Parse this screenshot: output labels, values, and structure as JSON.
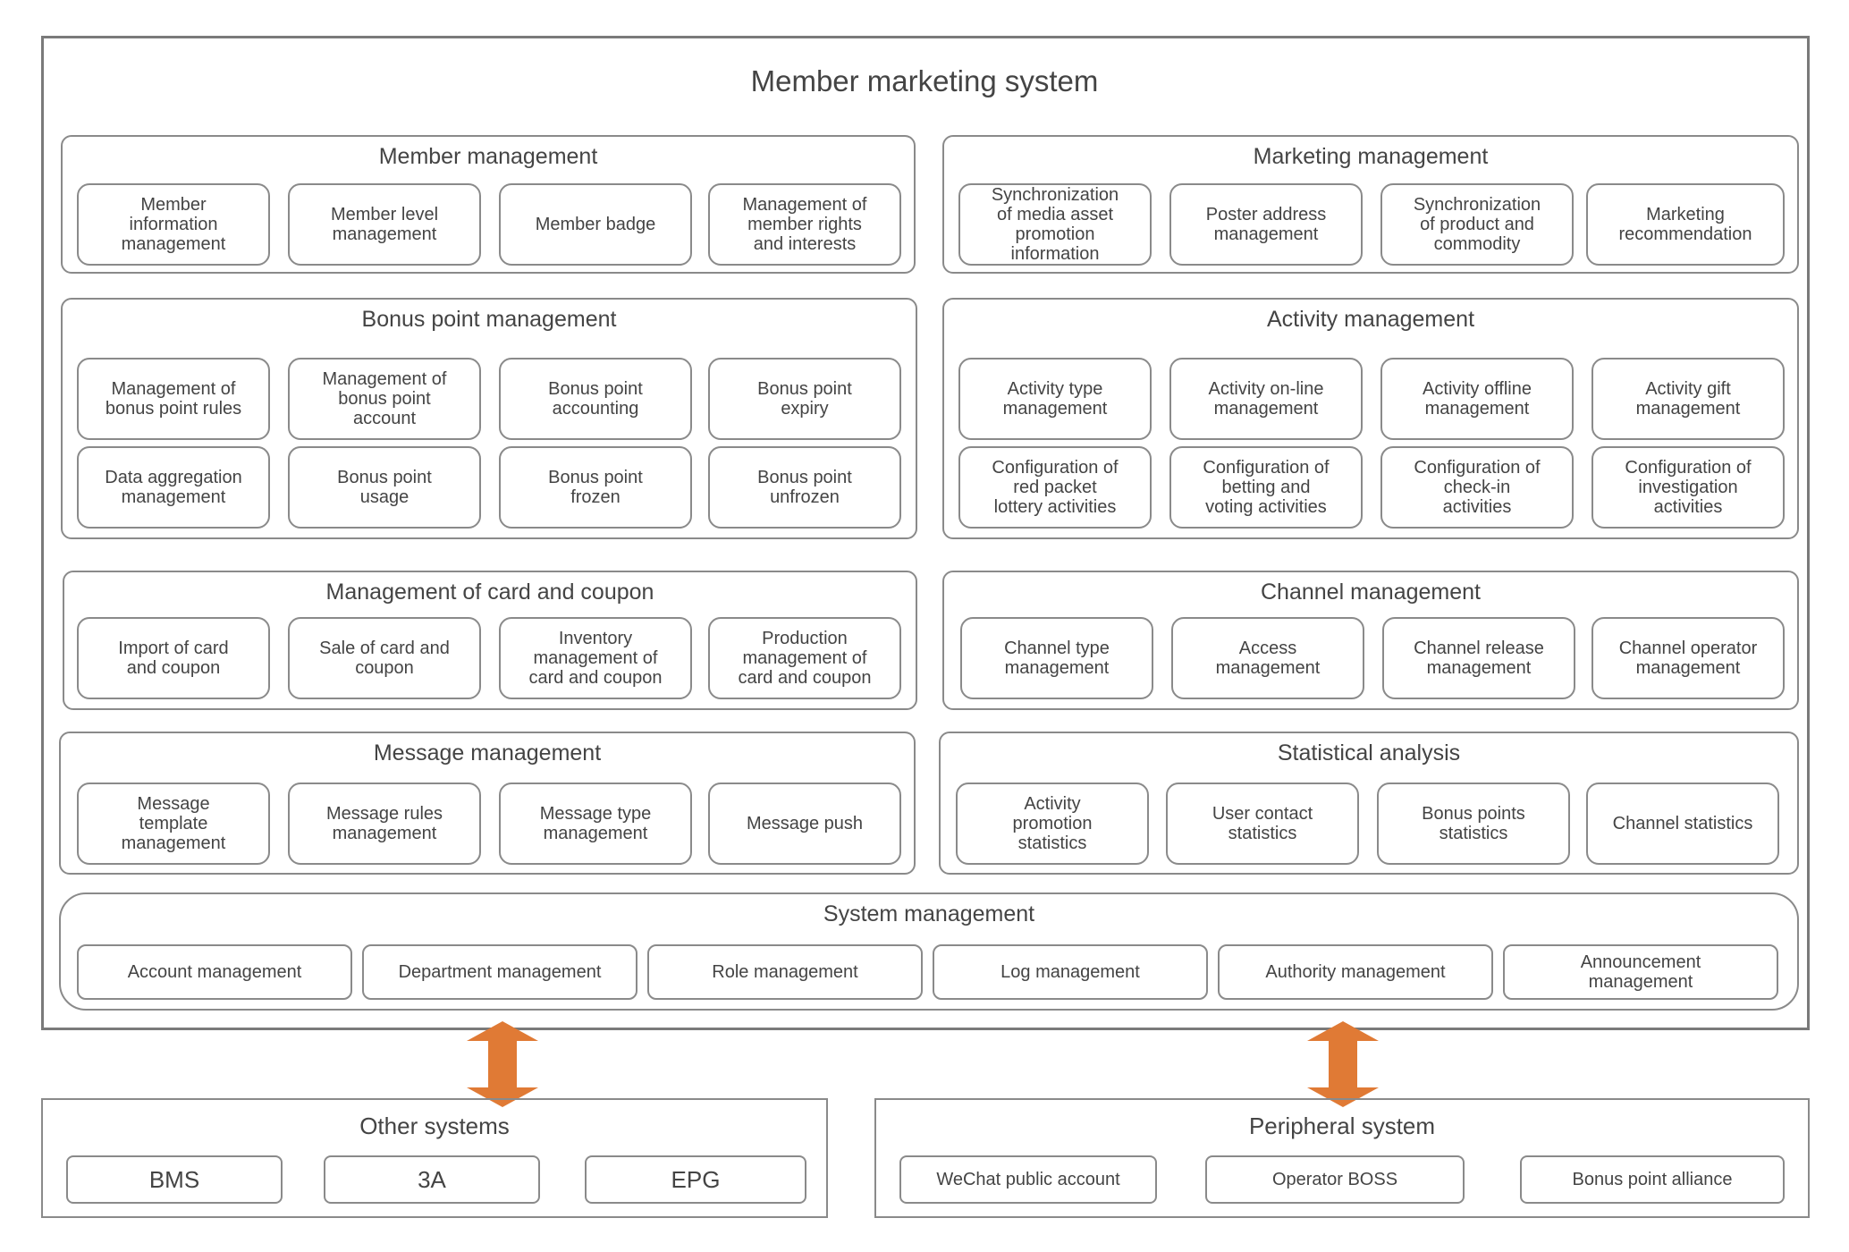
{
  "title": "Member marketing system",
  "accent_color": "#e07a35",
  "groups": {
    "member": {
      "title": "Member management",
      "items": [
        "Member\ninformation\nmanagement",
        "Member level\nmanagement",
        "Member badge",
        "Management of\nmember rights\nand interests"
      ]
    },
    "marketing": {
      "title": "Marketing management",
      "items": [
        "Synchronization\nof media asset\npromotion\ninformation",
        "Poster address\nmanagement",
        "Synchronization\nof product and\ncommodity",
        "Marketing\nrecommendation"
      ]
    },
    "bonus": {
      "title": "Bonus point management",
      "items": [
        "Management of\nbonus point rules",
        "Management of\nbonus point\naccount",
        "Bonus point\naccounting",
        "Bonus point\nexpiry",
        "Data aggregation\nmanagement",
        "Bonus point\nusage",
        "Bonus point\nfrozen",
        "Bonus point\nunfrozen"
      ]
    },
    "activity": {
      "title": "Activity management",
      "items": [
        "Activity type\nmanagement",
        "Activity on-line\nmanagement",
        "Activity offline\nmanagement",
        "Activity gift\nmanagement",
        "Configuration of\nred packet\nlottery activities",
        "Configuration of\nbetting and\nvoting activities",
        "Configuration of\ncheck-in\nactivities",
        "Configuration of\ninvestigation\nactivities"
      ]
    },
    "card": {
      "title": "Management of card and coupon",
      "items": [
        "Import of card\nand coupon",
        "Sale of card and\ncoupon",
        "Inventory\nmanagement of\ncard and coupon",
        "Production\nmanagement of\ncard and coupon"
      ]
    },
    "channel": {
      "title": "Channel management",
      "items": [
        "Channel type\nmanagement",
        "Access\nmanagement",
        "Channel release\nmanagement",
        "Channel operator\nmanagement"
      ]
    },
    "message": {
      "title": "Message management",
      "items": [
        "Message\ntemplate\nmanagement",
        "Message rules\nmanagement",
        "Message type\nmanagement",
        "Message push"
      ]
    },
    "statistics": {
      "title": "Statistical analysis",
      "items": [
        "Activity\npromotion\nstatistics",
        "User contact\nstatistics",
        "Bonus points\nstatistics",
        "Channel statistics"
      ]
    },
    "system": {
      "title": "System management",
      "items": [
        "Account management",
        "Department management",
        "Role management",
        "Log management",
        "Authority management",
        "Announcement\nmanagement"
      ]
    }
  },
  "other_systems": {
    "title": "Other systems",
    "items": [
      "BMS",
      "3A",
      "EPG"
    ]
  },
  "peripheral_system": {
    "title": "Peripheral system",
    "items": [
      "WeChat public account",
      "Operator BOSS",
      "Bonus point alliance"
    ]
  }
}
